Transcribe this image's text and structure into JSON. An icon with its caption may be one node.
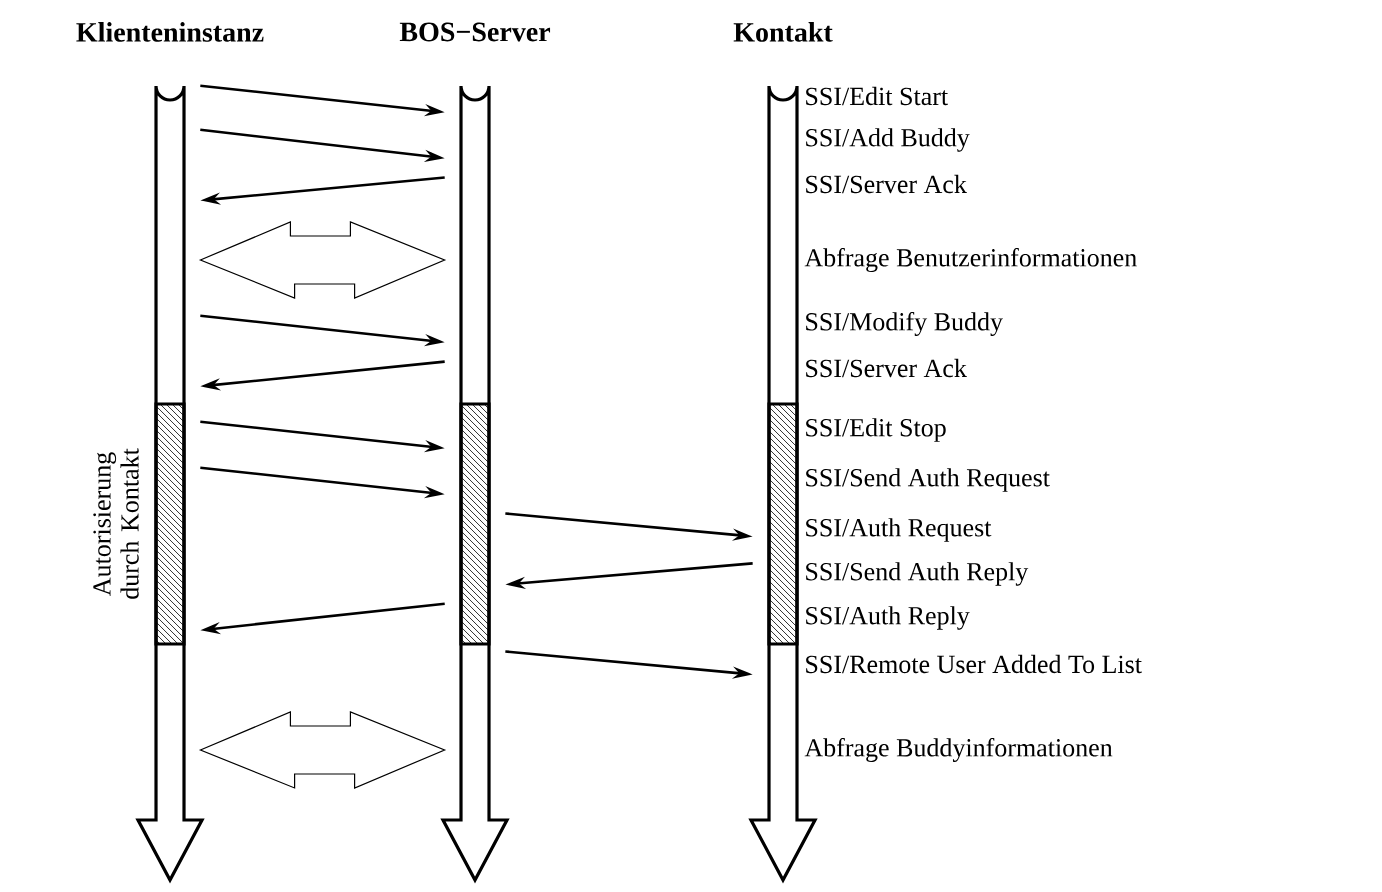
{
  "diagram": {
    "nodes": [
      {
        "text": [
          "Klienteninstanz"
        ]
      },
      {
        "text": [
          "BOS−Server"
        ]
      },
      {
        "text": [
          "Kontakt"
        ]
      }
    ],
    "edges": [
      {
        "from": 0,
        "to": 1,
        "arrow": "to"
      },
      {
        "from": 0,
        "to": 1,
        "arrow": "to"
      },
      {
        "from": 1,
        "to": 0,
        "arrow": "to"
      },
      {
        "from": 0,
        "to": 1,
        "arrow": "both"
      },
      {
        "from": 0,
        "to": 1,
        "arrow": "to"
      },
      {
        "from": 1,
        "to": 0,
        "arrow": "to"
      },
      {
        "from": 0,
        "to": 1,
        "arrow": "to"
      },
      {
        "from": 0,
        "to": 1,
        "arrow": "to"
      },
      {
        "from": 1,
        "to": 2,
        "arrow": "to"
      },
      {
        "from": 2,
        "to": 1,
        "arrow": "to"
      },
      {
        "from": 1,
        "to": 0,
        "arrow": "to"
      },
      {
        "from": 1,
        "to": 2,
        "arrow": "to"
      },
      {
        "from": 0,
        "to": 1,
        "arrow": "both"
      }
    ],
    "labels": [
      "SSI/Edit Start",
      "SSI/Add Buddy",
      "SSI/Server Ack",
      "Abfrage Benutzerinformationen",
      "SSI/Modify Buddy",
      "SSI/Server Ack",
      "SSI/Edit Stop",
      "SSI/Send Auth Request",
      "SSI/Auth Request",
      "SSI/Send Auth Reply",
      "SSI/Auth Reply",
      "SSI/Remote User Added To List",
      "Abfrage Buddyinformationen",
      "Autorisierung durch Kontakt"
    ]
  }
}
